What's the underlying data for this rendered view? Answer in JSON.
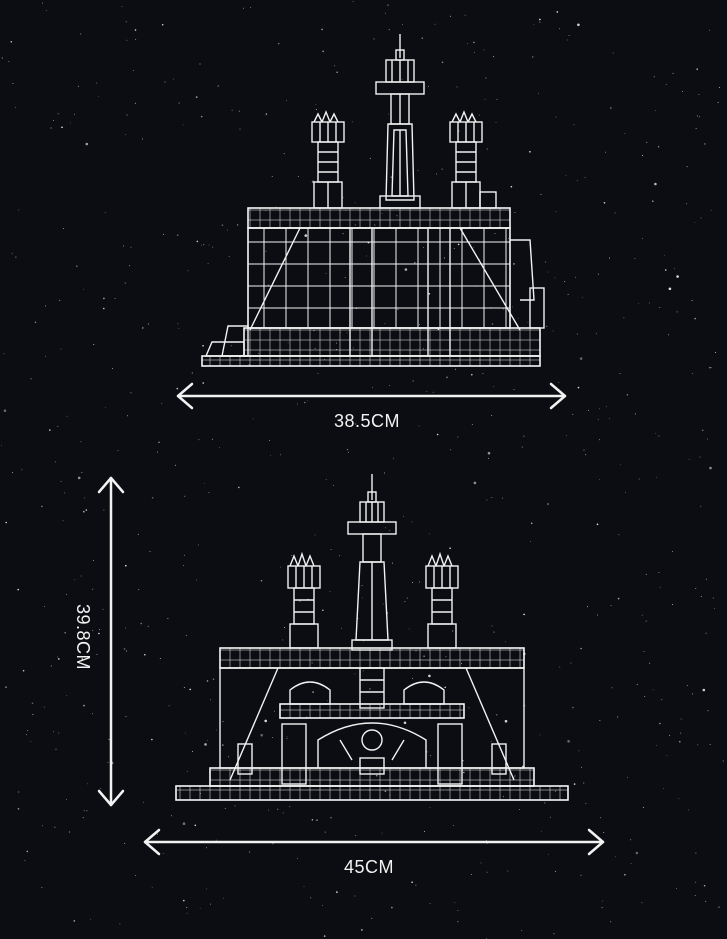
{
  "dimensions": {
    "top_width": "38.5CM",
    "bottom_width": "45CM",
    "height": "39.8CM"
  },
  "colors": {
    "background": "#0b0d12",
    "line": "#f2f2f2"
  },
  "icons": {
    "arrow_horizontal": "double-arrow-horizontal-icon",
    "arrow_vertical": "double-arrow-vertical-icon"
  }
}
